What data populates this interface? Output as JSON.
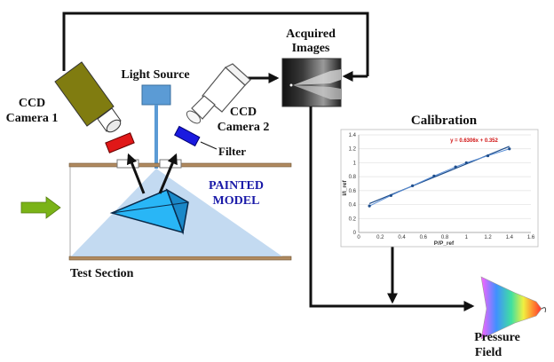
{
  "labels": {
    "ccd_camera_1_line1": "CCD",
    "ccd_camera_1_line2": "Camera 1",
    "light_source": "Light Source",
    "ccd_camera_2_line1": "CCD",
    "ccd_camera_2_line2": "Camera 2",
    "filter": "Filter",
    "acquired_images_line1": "Acquired",
    "acquired_images_line2": "Images",
    "painted_model_line1": "PAINTED",
    "painted_model_line2": "MODEL",
    "test_section": "Test Section",
    "calibration": "Calibration",
    "pressure_field_line1": "Pressure",
    "pressure_field_line2": "Field"
  },
  "colors": {
    "camera1_body": "#807c10",
    "camera1_filter": "#e01818",
    "camera2_body": "#ffffff",
    "camera2_filter": "#1a1ae0",
    "light_source": "#5b9bd5",
    "model": "#29b6f6",
    "flow_arrow": "#7ab317",
    "tunnel_wall": "#b08a60",
    "fit_line": "#1f4e8c"
  },
  "chart_data": {
    "type": "scatter",
    "title": "Calibration",
    "xlabel": "P/P_ref",
    "ylabel": "I/I_ref",
    "xlim": [
      0,
      1.6
    ],
    "ylim": [
      0,
      1.4
    ],
    "xticks": [
      "0",
      "0.2",
      "0.4",
      "0.6",
      "0.8",
      "1",
      "1.2",
      "1.4",
      "1.6"
    ],
    "yticks": [
      "0",
      "0.2",
      "0.4",
      "0.6",
      "0.8",
      "1",
      "1.2",
      "1.4"
    ],
    "grid": true,
    "equation": "y = 0.6306x + 0.352",
    "series": [
      {
        "x": [
          0.1,
          0.3,
          0.5,
          0.7,
          0.9,
          1.0,
          1.2,
          1.4
        ],
        "y": [
          0.38,
          0.53,
          0.67,
          0.81,
          0.94,
          1.0,
          1.1,
          1.2
        ]
      }
    ],
    "fit": {
      "slope": 0.6306,
      "intercept": 0.352,
      "x_range": [
        0.1,
        1.4
      ]
    }
  }
}
